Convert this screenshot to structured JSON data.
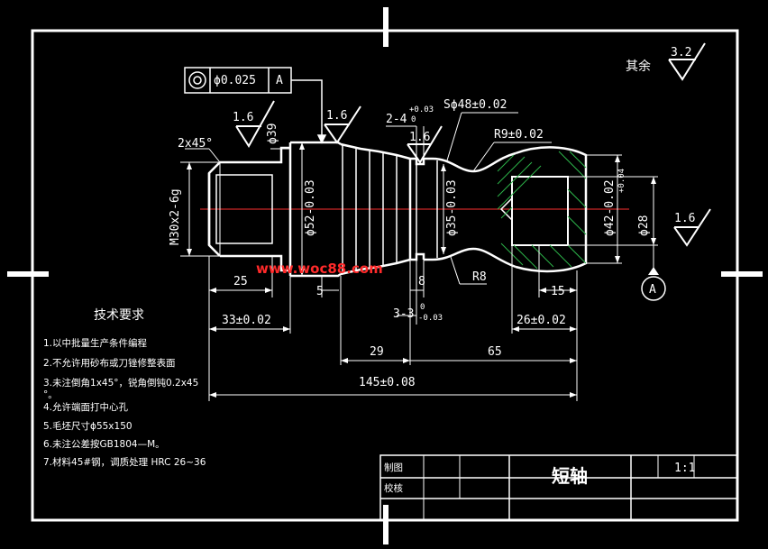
{
  "drawing": {
    "title": "短轴",
    "scale": "1:1",
    "table_labels": {
      "drawn": "制图",
      "checked": "校核"
    },
    "watermark": "www.woc88.com",
    "remaining_roughness_label": "其余",
    "remaining_roughness_value": "3.2"
  },
  "tolerance_frame": {
    "symbol": "◎",
    "value": "ϕ0.025",
    "datum": "A"
  },
  "datum_label": "A",
  "roughness": {
    "left_top": "1.6",
    "middle_top": "1.6",
    "groove": "1.6",
    "right_face": "1.6"
  },
  "dimensions": {
    "chamfer": "2x45°",
    "thread": "M30x2-6g",
    "dia_39": "ϕ39",
    "dia_52": "ϕ52-0.03",
    "dia_35": "ϕ35-0.03",
    "dia_42": "ϕ42-0.02",
    "dia_42_upper": "+0.04",
    "dia_28": "ϕ28",
    "sphere": "Sϕ48±0.02",
    "radius_9": "R9±0.02",
    "radius_8": "R8",
    "groove_width": "2-4",
    "groove_tol_upper": "+0.03",
    "groove_tol_lower": "0",
    "len_25": "25",
    "len_5": "5",
    "len_8": "8",
    "len_15": "15",
    "len_33": "33±0.02",
    "len_3": "3-3",
    "len_3_tol_upper": "0",
    "len_3_tol_lower": "-0.03",
    "len_26": "26±0.02",
    "len_29": "29",
    "len_65": "65",
    "len_145": "145±0.08"
  },
  "requirements": {
    "heading": "技术要求",
    "items": [
      "1.以中批量生产条件编程",
      "2.不允许用砂布或刀锉修整表面",
      "3.未注倒角1x45°，锐角倒钝0.2x45",
      "°。",
      "4.允许端面打中心孔",
      "5.毛坯尺寸ϕ55x150",
      "6.未注公差按GB1804—M。",
      "7.材料45#钢，调质处理 HRC 26~36"
    ]
  }
}
